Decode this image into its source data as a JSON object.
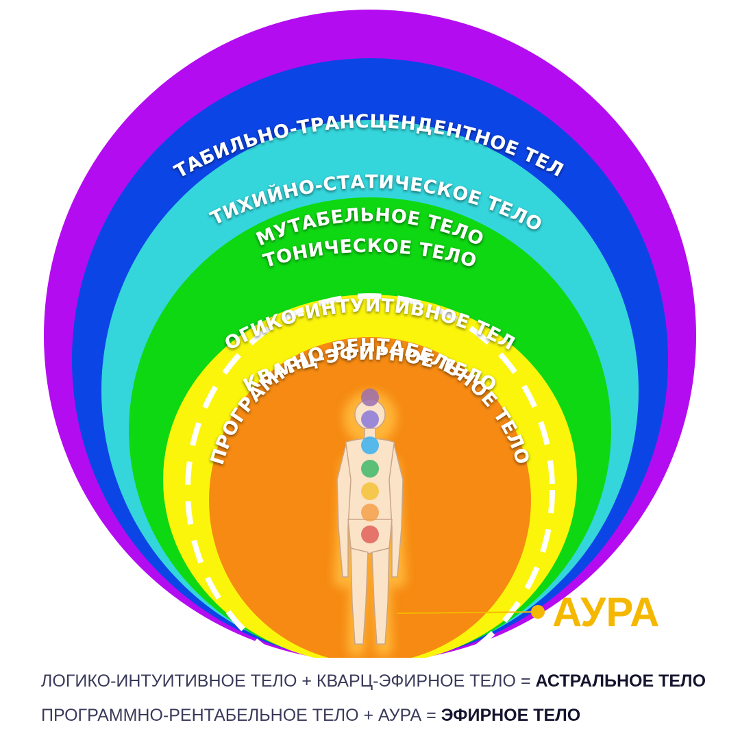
{
  "layers": [
    {
      "label": "СТАБИЛЬНО-ТРАНСЦЕНДЕНТНОЕ ТЕЛО",
      "color": "#b40cf0"
    },
    {
      "label": "СТИХИЙНО-СТАТИЧЕСКОЕ ТЕЛО",
      "color": "#0c45e6"
    },
    {
      "label": "МУТАБЕЛЬНОЕ ТЕЛО",
      "color": "#34d6dc"
    },
    {
      "label": "ТОНИЧЕСКОЕ ТЕЛО",
      "color": "#0ed812"
    },
    {
      "label": "ЛОГИКО-ИНТУИТИВНОЕ ТЕЛО",
      "color": "#fbf50c"
    },
    {
      "label": "КВАРЦ-ЭФИРНОЕ ТЕЛО",
      "color": "#fbf50c"
    },
    {
      "label": "ПРОГРАММНО-РЕНТАБЕЛЬНОЕ ТЕЛО",
      "color": "#f68a12"
    }
  ],
  "aura": {
    "label": "АУРА",
    "color": "#f5b800"
  },
  "chakra_colors": [
    "#9b6fb0",
    "#8a78d8",
    "#3ab0f0",
    "#3fb86a",
    "#f3c23a",
    "#f3a04a",
    "#e0605a"
  ],
  "legend": [
    {
      "left": "ЛОГИКО-ИНТУИТИВНОЕ ТЕЛО + КВАРЦ-ЭФИРНОЕ ТЕЛО = ",
      "result": "АСТРАЛЬНОЕ ТЕЛО"
    },
    {
      "left": "ПРОГРАММНО-РЕНТАБЕЛЬНОЕ ТЕЛО + АУРА = ",
      "result": "ЭФИРНОЕ ТЕЛО"
    }
  ]
}
